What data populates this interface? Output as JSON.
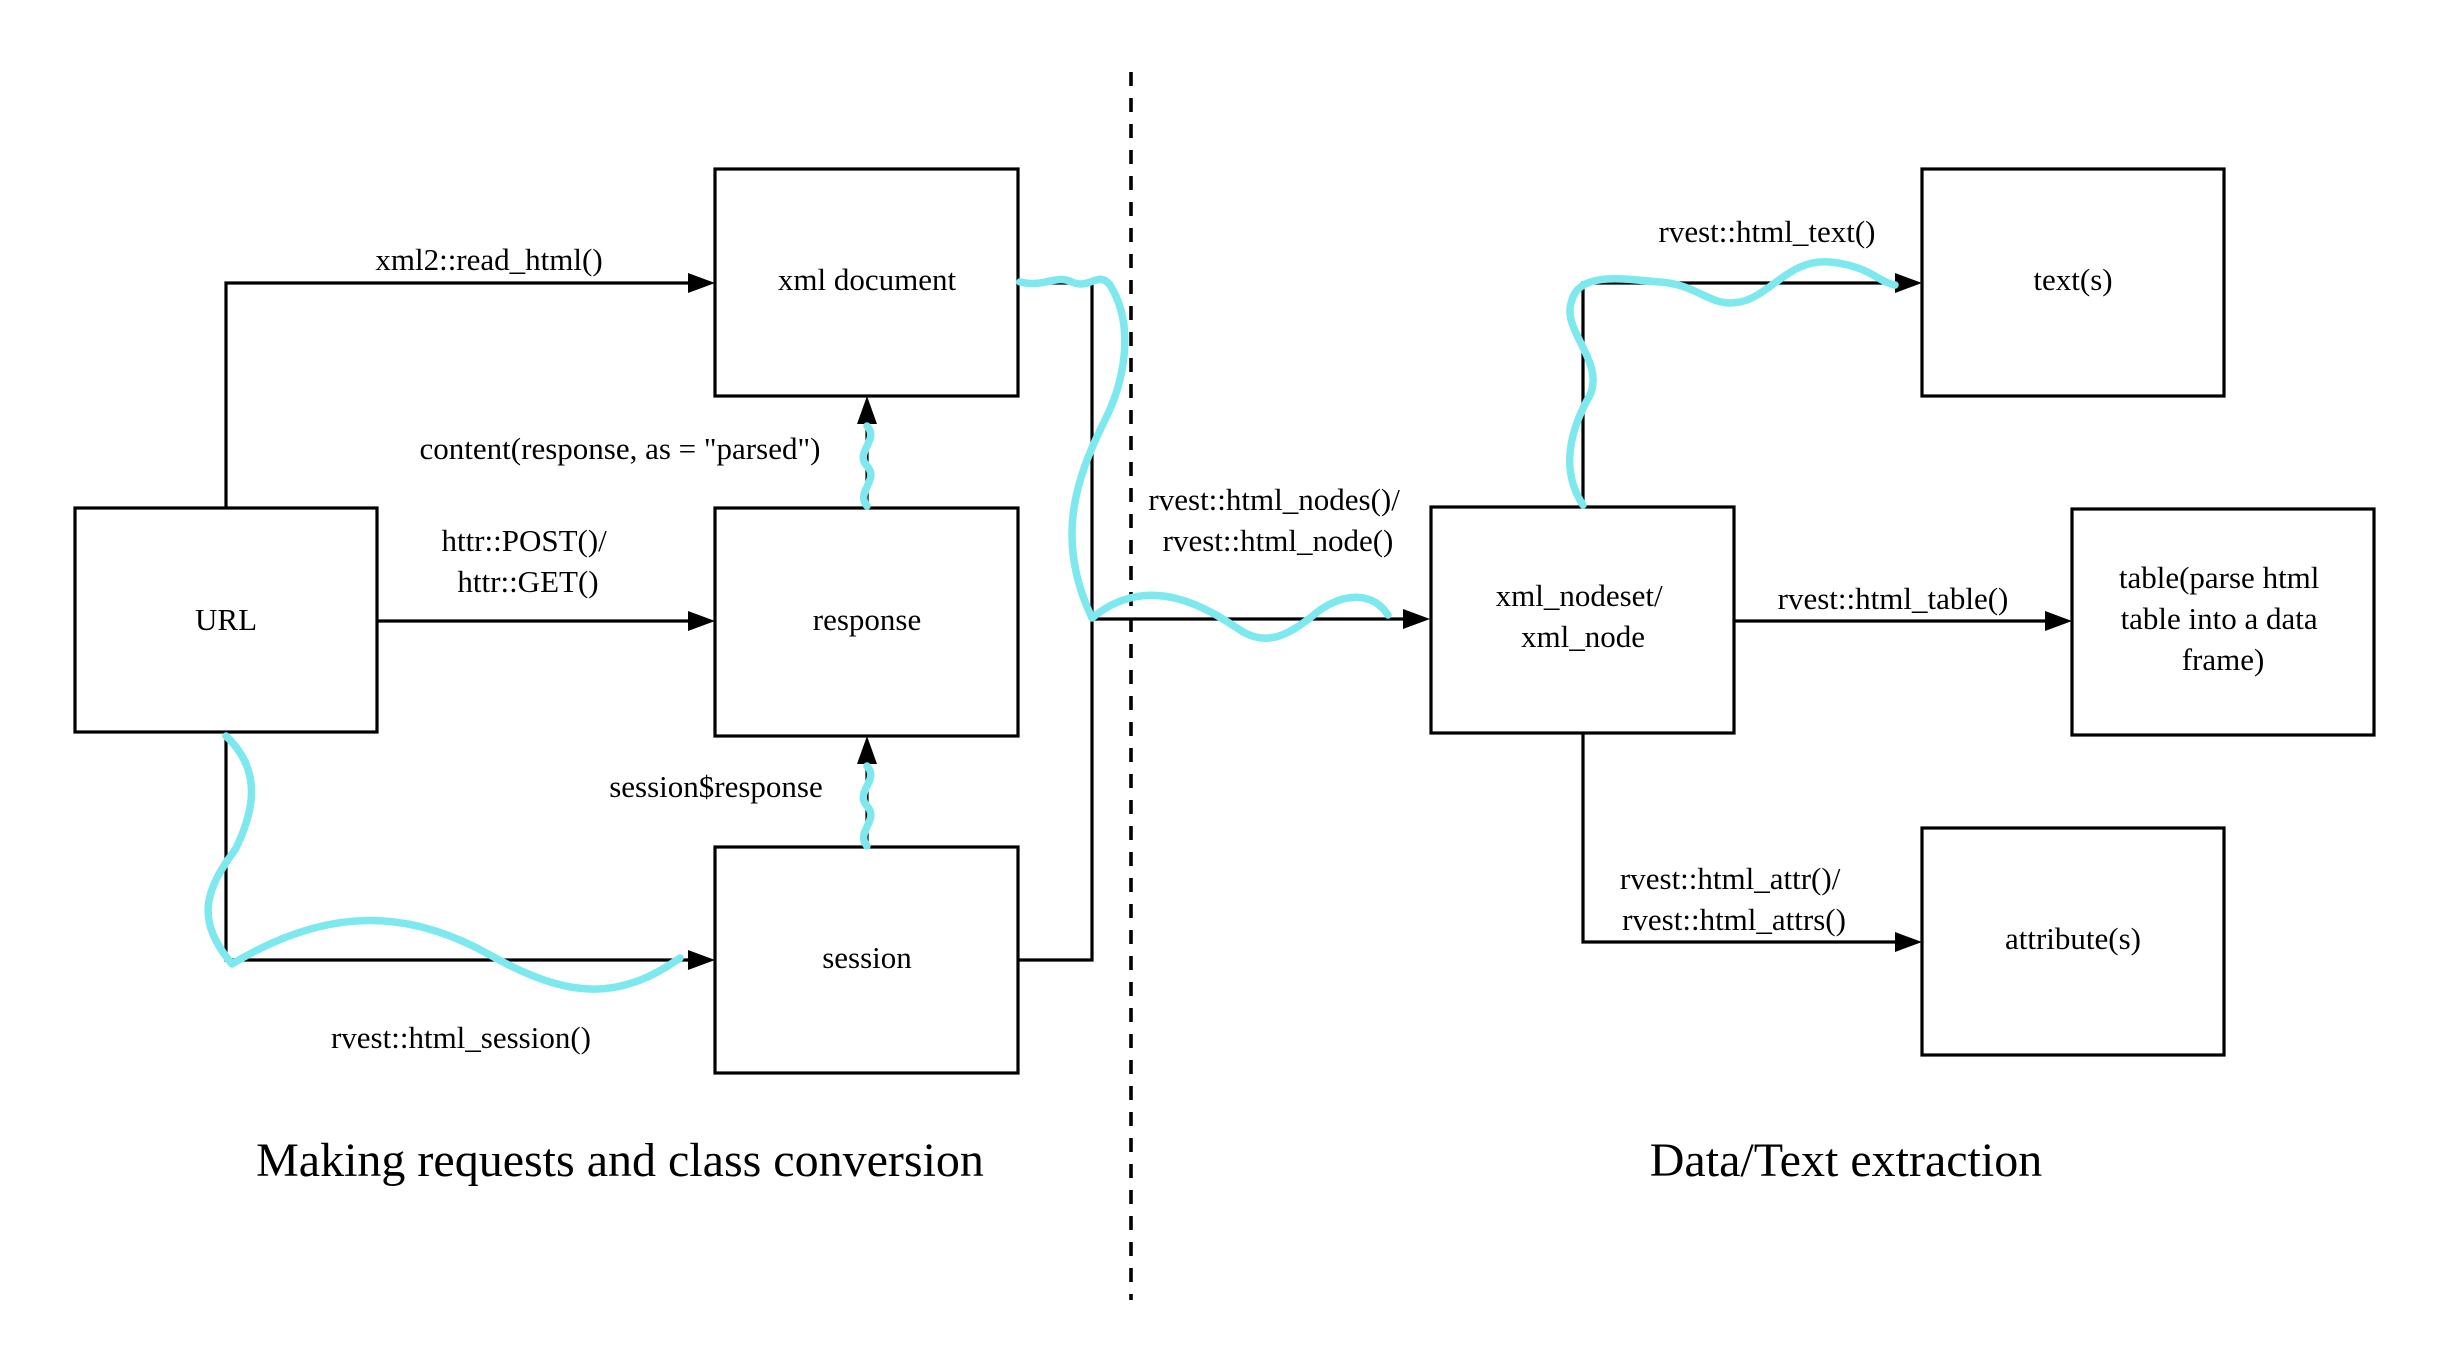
{
  "nodes": {
    "url": {
      "lines": [
        "URL"
      ]
    },
    "xml_document": {
      "lines": [
        "xml document"
      ]
    },
    "response": {
      "lines": [
        "response"
      ]
    },
    "session": {
      "lines": [
        "session"
      ]
    },
    "xml_nodeset": {
      "lines": [
        "xml_nodeset/",
        "xml_node"
      ]
    },
    "texts": {
      "lines": [
        "text(s)"
      ]
    },
    "table": {
      "lines": [
        "table(parse html",
        "table into a data",
        "frame)"
      ]
    },
    "attributes": {
      "lines": [
        "attribute(s)"
      ]
    }
  },
  "edges": {
    "read_html": {
      "lines": [
        "xml2::read_html()"
      ]
    },
    "content_parsed": {
      "lines": [
        "content(response, as = \"parsed\")"
      ]
    },
    "post_get": {
      "lines": [
        "httr::POST()/",
        "httr::GET()"
      ]
    },
    "session_response": {
      "lines": [
        "session$response"
      ]
    },
    "html_session": {
      "lines": [
        "rvest::html_session()"
      ]
    },
    "html_nodes": {
      "lines": [
        "rvest::html_nodes()/",
        "rvest::html_node()"
      ]
    },
    "html_text": {
      "lines": [
        "rvest::html_text()"
      ]
    },
    "html_table": {
      "lines": [
        "rvest::html_table()"
      ]
    },
    "html_attr": {
      "lines": [
        "rvest::html_attr()/",
        "rvest::html_attrs()"
      ]
    }
  },
  "sections": {
    "left": "Making requests and class conversion",
    "right": "Data/Text extraction"
  },
  "colors": {
    "highlight": "#7de9ee",
    "stroke": "#000000",
    "background": "#ffffff"
  }
}
